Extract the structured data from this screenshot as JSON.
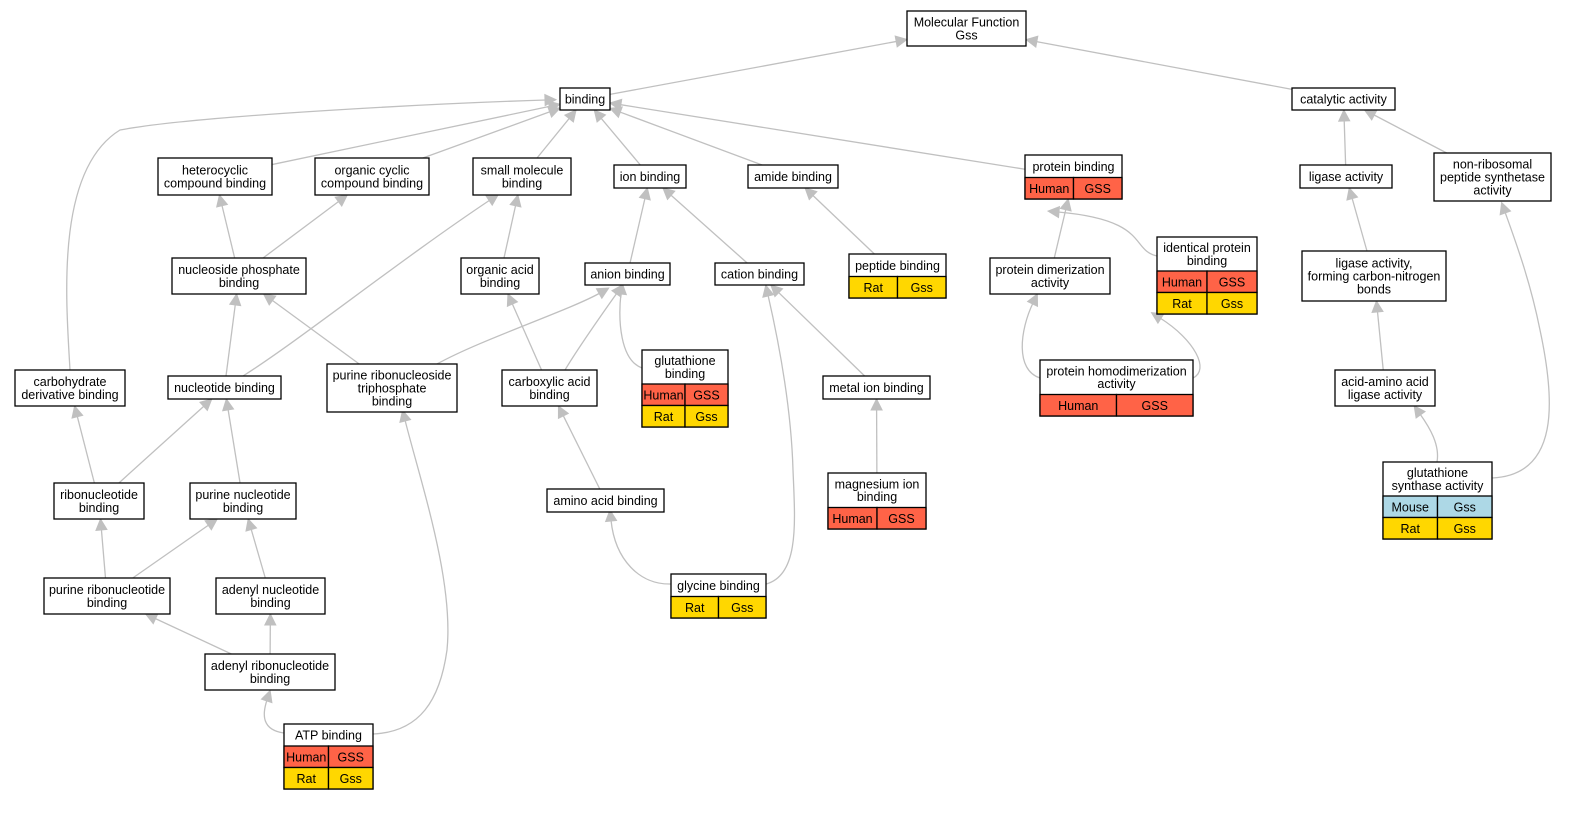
{
  "colors": {
    "human": "#ff6347",
    "rat": "#ffd700",
    "mouse": "#add8e6",
    "edge": "#c0c0c0"
  },
  "nodes": [
    {
      "id": "mf",
      "lines": [
        "Molecular Function",
        "Gss"
      ]
    },
    {
      "id": "binding",
      "lines": [
        "binding"
      ]
    },
    {
      "id": "catalytic",
      "lines": [
        "catalytic activity"
      ]
    },
    {
      "id": "hetero",
      "lines": [
        "heterocyclic",
        "compound binding"
      ]
    },
    {
      "id": "orgcyclic",
      "lines": [
        "organic cyclic",
        "compound binding"
      ]
    },
    {
      "id": "smallmol",
      "lines": [
        "small molecule",
        "binding"
      ]
    },
    {
      "id": "ion",
      "lines": [
        "ion binding"
      ]
    },
    {
      "id": "amide",
      "lines": [
        "amide binding"
      ]
    },
    {
      "id": "protein",
      "lines": [
        "protein binding"
      ],
      "rows": [
        [
          {
            "text": "Human",
            "c": "human"
          },
          {
            "text": "GSS",
            "c": "human"
          }
        ]
      ]
    },
    {
      "id": "ligase",
      "lines": [
        "ligase activity"
      ]
    },
    {
      "id": "nrps",
      "lines": [
        "non-ribosomal",
        "peptide synthetase",
        "activity"
      ]
    },
    {
      "id": "nucphos",
      "lines": [
        "nucleoside phosphate",
        "binding"
      ]
    },
    {
      "id": "orgacid",
      "lines": [
        "organic acid",
        "binding"
      ]
    },
    {
      "id": "anion",
      "lines": [
        "anion binding"
      ]
    },
    {
      "id": "cation",
      "lines": [
        "cation binding"
      ]
    },
    {
      "id": "peptide",
      "lines": [
        "peptide binding"
      ],
      "rows": [
        [
          {
            "text": "Rat",
            "c": "rat"
          },
          {
            "text": "Gss",
            "c": "rat"
          }
        ]
      ]
    },
    {
      "id": "protdimer",
      "lines": [
        "protein dimerization",
        "activity"
      ]
    },
    {
      "id": "identprot",
      "lines": [
        "identical protein",
        "binding"
      ],
      "rows": [
        [
          {
            "text": "Human",
            "c": "human"
          },
          {
            "text": "GSS",
            "c": "human"
          }
        ],
        [
          {
            "text": "Rat",
            "c": "rat"
          },
          {
            "text": "Gss",
            "c": "rat"
          }
        ]
      ]
    },
    {
      "id": "ligaseCN",
      "lines": [
        "ligase activity,",
        "forming carbon-nitrogen",
        "bonds"
      ]
    },
    {
      "id": "carbo",
      "lines": [
        "carbohydrate",
        "derivative binding"
      ]
    },
    {
      "id": "nucleotide",
      "lines": [
        "nucleotide binding"
      ]
    },
    {
      "id": "prntp",
      "lines": [
        "purine ribonucleoside",
        "triphosphate",
        "binding"
      ]
    },
    {
      "id": "carboxylic",
      "lines": [
        "carboxylic acid",
        "binding"
      ]
    },
    {
      "id": "glutbind",
      "lines": [
        "glutathione",
        "binding"
      ],
      "rows": [
        [
          {
            "text": "Human",
            "c": "human"
          },
          {
            "text": "GSS",
            "c": "human"
          }
        ],
        [
          {
            "text": "Rat",
            "c": "rat"
          },
          {
            "text": "Gss",
            "c": "rat"
          }
        ]
      ]
    },
    {
      "id": "metal",
      "lines": [
        "metal ion binding"
      ]
    },
    {
      "id": "homodimer",
      "lines": [
        "protein homodimerization",
        "activity"
      ],
      "rows": [
        [
          {
            "text": "Human",
            "c": "human"
          },
          {
            "text": "GSS",
            "c": "human"
          }
        ]
      ]
    },
    {
      "id": "aaligase",
      "lines": [
        "acid-amino acid",
        "ligase activity"
      ]
    },
    {
      "id": "ribonuc",
      "lines": [
        "ribonucleotide",
        "binding"
      ]
    },
    {
      "id": "purnuc",
      "lines": [
        "purine nucleotide",
        "binding"
      ]
    },
    {
      "id": "aminoacid",
      "lines": [
        "amino acid binding"
      ]
    },
    {
      "id": "magnesium",
      "lines": [
        "magnesium ion",
        "binding"
      ],
      "rows": [
        [
          {
            "text": "Human",
            "c": "human"
          },
          {
            "text": "GSS",
            "c": "human"
          }
        ]
      ]
    },
    {
      "id": "glutsyn",
      "lines": [
        "glutathione",
        "synthase activity"
      ],
      "rows": [
        [
          {
            "text": "Mouse",
            "c": "mouse"
          },
          {
            "text": "Gss",
            "c": "mouse"
          }
        ],
        [
          {
            "text": "Rat",
            "c": "rat"
          },
          {
            "text": "Gss",
            "c": "rat"
          }
        ]
      ]
    },
    {
      "id": "purribonuc",
      "lines": [
        "purine ribonucleotide",
        "binding"
      ]
    },
    {
      "id": "adenylnuc",
      "lines": [
        "adenyl nucleotide",
        "binding"
      ]
    },
    {
      "id": "glycine",
      "lines": [
        "glycine binding"
      ],
      "rows": [
        [
          {
            "text": "Rat",
            "c": "rat"
          },
          {
            "text": "Gss",
            "c": "rat"
          }
        ]
      ]
    },
    {
      "id": "adenylribo",
      "lines": [
        "adenyl ribonucleotide",
        "binding"
      ]
    },
    {
      "id": "atp",
      "lines": [
        "ATP binding"
      ],
      "rows": [
        [
          {
            "text": "Human",
            "c": "human"
          },
          {
            "text": "GSS",
            "c": "human"
          }
        ],
        [
          {
            "text": "Rat",
            "c": "rat"
          },
          {
            "text": "Gss",
            "c": "rat"
          }
        ]
      ]
    }
  ],
  "edges": [
    {
      "from": "binding",
      "to": "mf"
    },
    {
      "from": "catalytic",
      "to": "mf"
    },
    {
      "from": "hetero",
      "to": "binding"
    },
    {
      "from": "orgcyclic",
      "to": "binding"
    },
    {
      "from": "smallmol",
      "to": "binding"
    },
    {
      "from": "ion",
      "to": "binding"
    },
    {
      "from": "amide",
      "to": "binding"
    },
    {
      "from": "protein",
      "to": "binding"
    },
    {
      "from": "carbo",
      "to": "binding"
    },
    {
      "from": "ligase",
      "to": "catalytic"
    },
    {
      "from": "nrps",
      "to": "catalytic"
    },
    {
      "from": "nucphos",
      "to": "hetero"
    },
    {
      "from": "nucphos",
      "to": "orgcyclic"
    },
    {
      "from": "orgacid",
      "to": "smallmol"
    },
    {
      "from": "nucleotide",
      "to": "smallmol"
    },
    {
      "from": "anion",
      "to": "ion"
    },
    {
      "from": "cation",
      "to": "ion"
    },
    {
      "from": "peptide",
      "to": "amide"
    },
    {
      "from": "protdimer",
      "to": "protein"
    },
    {
      "from": "identprot",
      "to": "protein"
    },
    {
      "from": "ligaseCN",
      "to": "ligase"
    },
    {
      "from": "glutsyn",
      "to": "nrps"
    },
    {
      "from": "nucleotide",
      "to": "nucphos"
    },
    {
      "from": "prntp",
      "to": "nucphos"
    },
    {
      "from": "carboxylic",
      "to": "orgacid"
    },
    {
      "from": "carboxylic",
      "to": "anion"
    },
    {
      "from": "prntp",
      "to": "anion"
    },
    {
      "from": "glutbind",
      "to": "anion"
    },
    {
      "from": "metal",
      "to": "cation"
    },
    {
      "from": "glycine",
      "to": "cation"
    },
    {
      "from": "homodimer",
      "to": "protdimer"
    },
    {
      "from": "homodimer",
      "to": "identprot"
    },
    {
      "from": "aaligase",
      "to": "ligaseCN"
    },
    {
      "from": "ribonuc",
      "to": "carbo"
    },
    {
      "from": "ribonuc",
      "to": "nucleotide"
    },
    {
      "from": "purnuc",
      "to": "nucleotide"
    },
    {
      "from": "aminoacid",
      "to": "carboxylic"
    },
    {
      "from": "magnesium",
      "to": "metal"
    },
    {
      "from": "glutsyn",
      "to": "aaligase"
    },
    {
      "from": "purribonuc",
      "to": "ribonuc"
    },
    {
      "from": "purribonuc",
      "to": "purnuc"
    },
    {
      "from": "adenylnuc",
      "to": "purnuc"
    },
    {
      "from": "glycine",
      "to": "aminoacid"
    },
    {
      "from": "adenylribo",
      "to": "purribonuc"
    },
    {
      "from": "adenylribo",
      "to": "adenylnuc"
    },
    {
      "from": "atp",
      "to": "adenylribo"
    },
    {
      "from": "atp",
      "to": "prntp"
    }
  ]
}
